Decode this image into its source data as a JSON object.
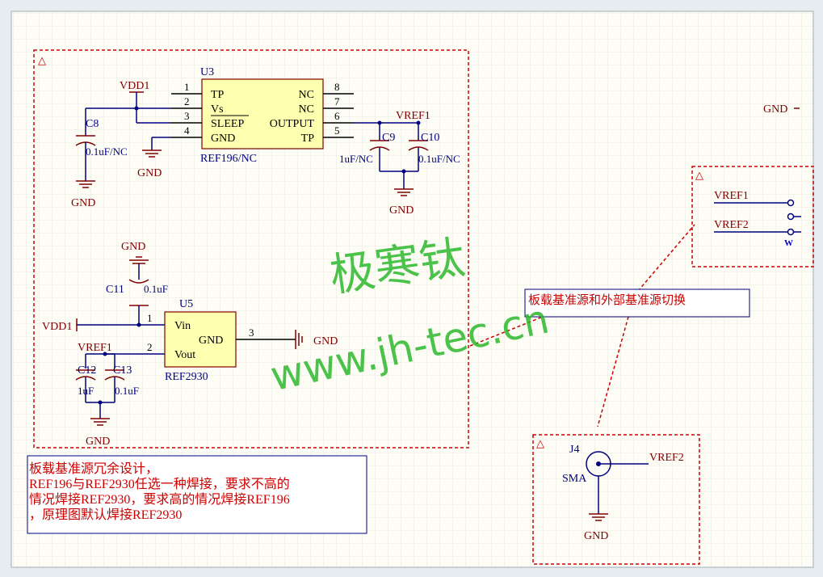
{
  "colors": {
    "wire": "#000080",
    "component": "#800000",
    "body_fill": "#ffffb0",
    "frame_red": "#cc0000",
    "note_border": "#000080",
    "note_text": "#cc0000",
    "watermark": "#2db82d",
    "grid": "#ececec",
    "sheet": "#fdfdf6",
    "background": "#e6ecef"
  },
  "u3": {
    "designator": "U3",
    "part": "REF196/NC",
    "pin_nums": [
      "1",
      "2",
      "3",
      "4",
      "8",
      "7",
      "6",
      "5"
    ],
    "pin_names_left": [
      "TP",
      "Vs",
      "SLEEP",
      "GND"
    ],
    "pin_names_right": [
      "NC",
      "NC",
      "OUTPUT",
      "TP"
    ]
  },
  "c8": {
    "designator": "C8",
    "value": "0.1uF/NC"
  },
  "c9": {
    "designator": "C9",
    "value": "1uF/NC"
  },
  "c10": {
    "designator": "C10",
    "value": "0.1uF/NC"
  },
  "u5": {
    "designator": "U5",
    "part": "REF2930",
    "pin_names": [
      "Vin",
      "GND",
      "Vout"
    ],
    "pin_nums": [
      "1",
      "2",
      "3"
    ]
  },
  "c11": {
    "designator": "C11",
    "value": "0.1uF"
  },
  "c12": {
    "designator": "C12",
    "value": "1uF"
  },
  "c13": {
    "designator": "C13",
    "value": "0.1uF"
  },
  "nets": {
    "vdd1": "VDD1",
    "vref1": "VREF1",
    "vref2": "VREF2",
    "gnd": "GND"
  },
  "j4": {
    "designator": "J4",
    "part": "SMA"
  },
  "notes": {
    "switch_label": "板载基准源和外部基准源切换",
    "redundancy_lines": [
      "板载基准源冗余设计，",
      "REF196与REF2930任选一种焊接，要求不高的",
      "情况焊接REF2930，要求高的情况焊接REF196",
      "，原理图默认焊接REF2930"
    ]
  },
  "watermark": {
    "cn": "极寒钛",
    "url": "www.jh-tec.cn"
  },
  "frame_marker": "△"
}
